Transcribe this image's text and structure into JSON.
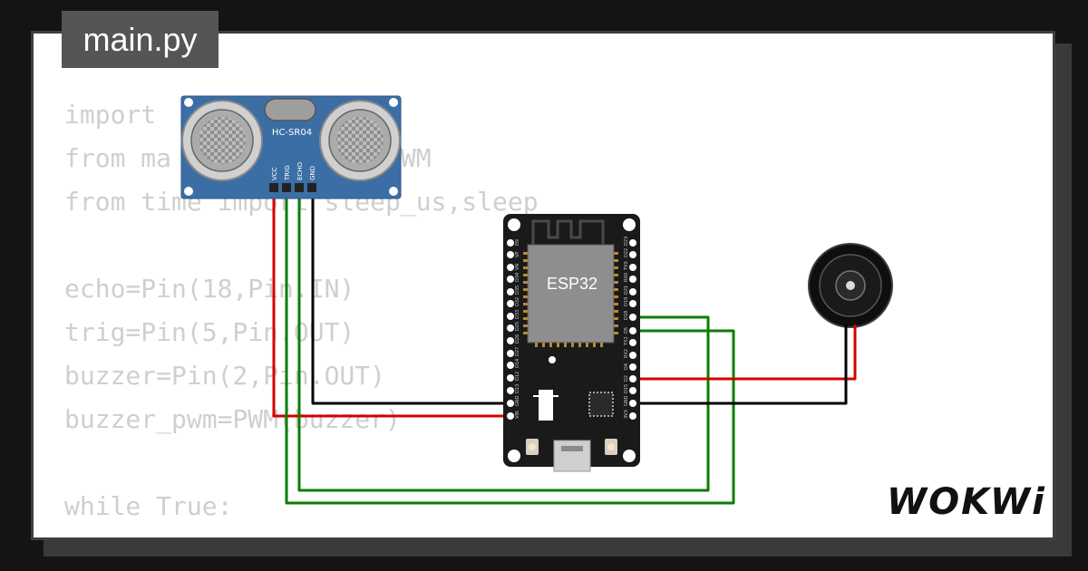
{
  "file_tab": {
    "label": "main.py"
  },
  "code_lines": [
    "import",
    "from ma          Pin,PWM",
    "from time import sleep_us,sleep",
    "",
    "echo=Pin(18,Pin.IN)",
    "trig=Pin(5,Pin.OUT)",
    "buzzer=Pin(2,Pin.OUT)",
    "buzzer_pwm=PWM(buzzer)",
    "",
    "while True:"
  ],
  "sensor": {
    "label": "HC-SR04",
    "pins": [
      "VCC",
      "TRIG",
      "ECHO",
      "GND"
    ]
  },
  "board": {
    "label": "ESP32",
    "left_pins": [
      "EN",
      "VP",
      "VN",
      "D34",
      "D35",
      "D32",
      "D33",
      "D25",
      "D26",
      "D27",
      "D14",
      "D12",
      "D13",
      "GND",
      "VIN"
    ],
    "right_pins": [
      "D23",
      "D22",
      "TX0",
      "RX0",
      "D21",
      "D19",
      "D18",
      "D5",
      "TX2",
      "RX2",
      "D4",
      "D2",
      "D15",
      "GND",
      "3V3"
    ]
  },
  "brand": {
    "label": "WOKWi"
  },
  "colors": {
    "wire_power": "#d40000",
    "wire_ground": "#000000",
    "wire_signal": "#0a7d00",
    "sensor_board": "#3b6ea5",
    "esp32_board": "#1a1a1a"
  }
}
